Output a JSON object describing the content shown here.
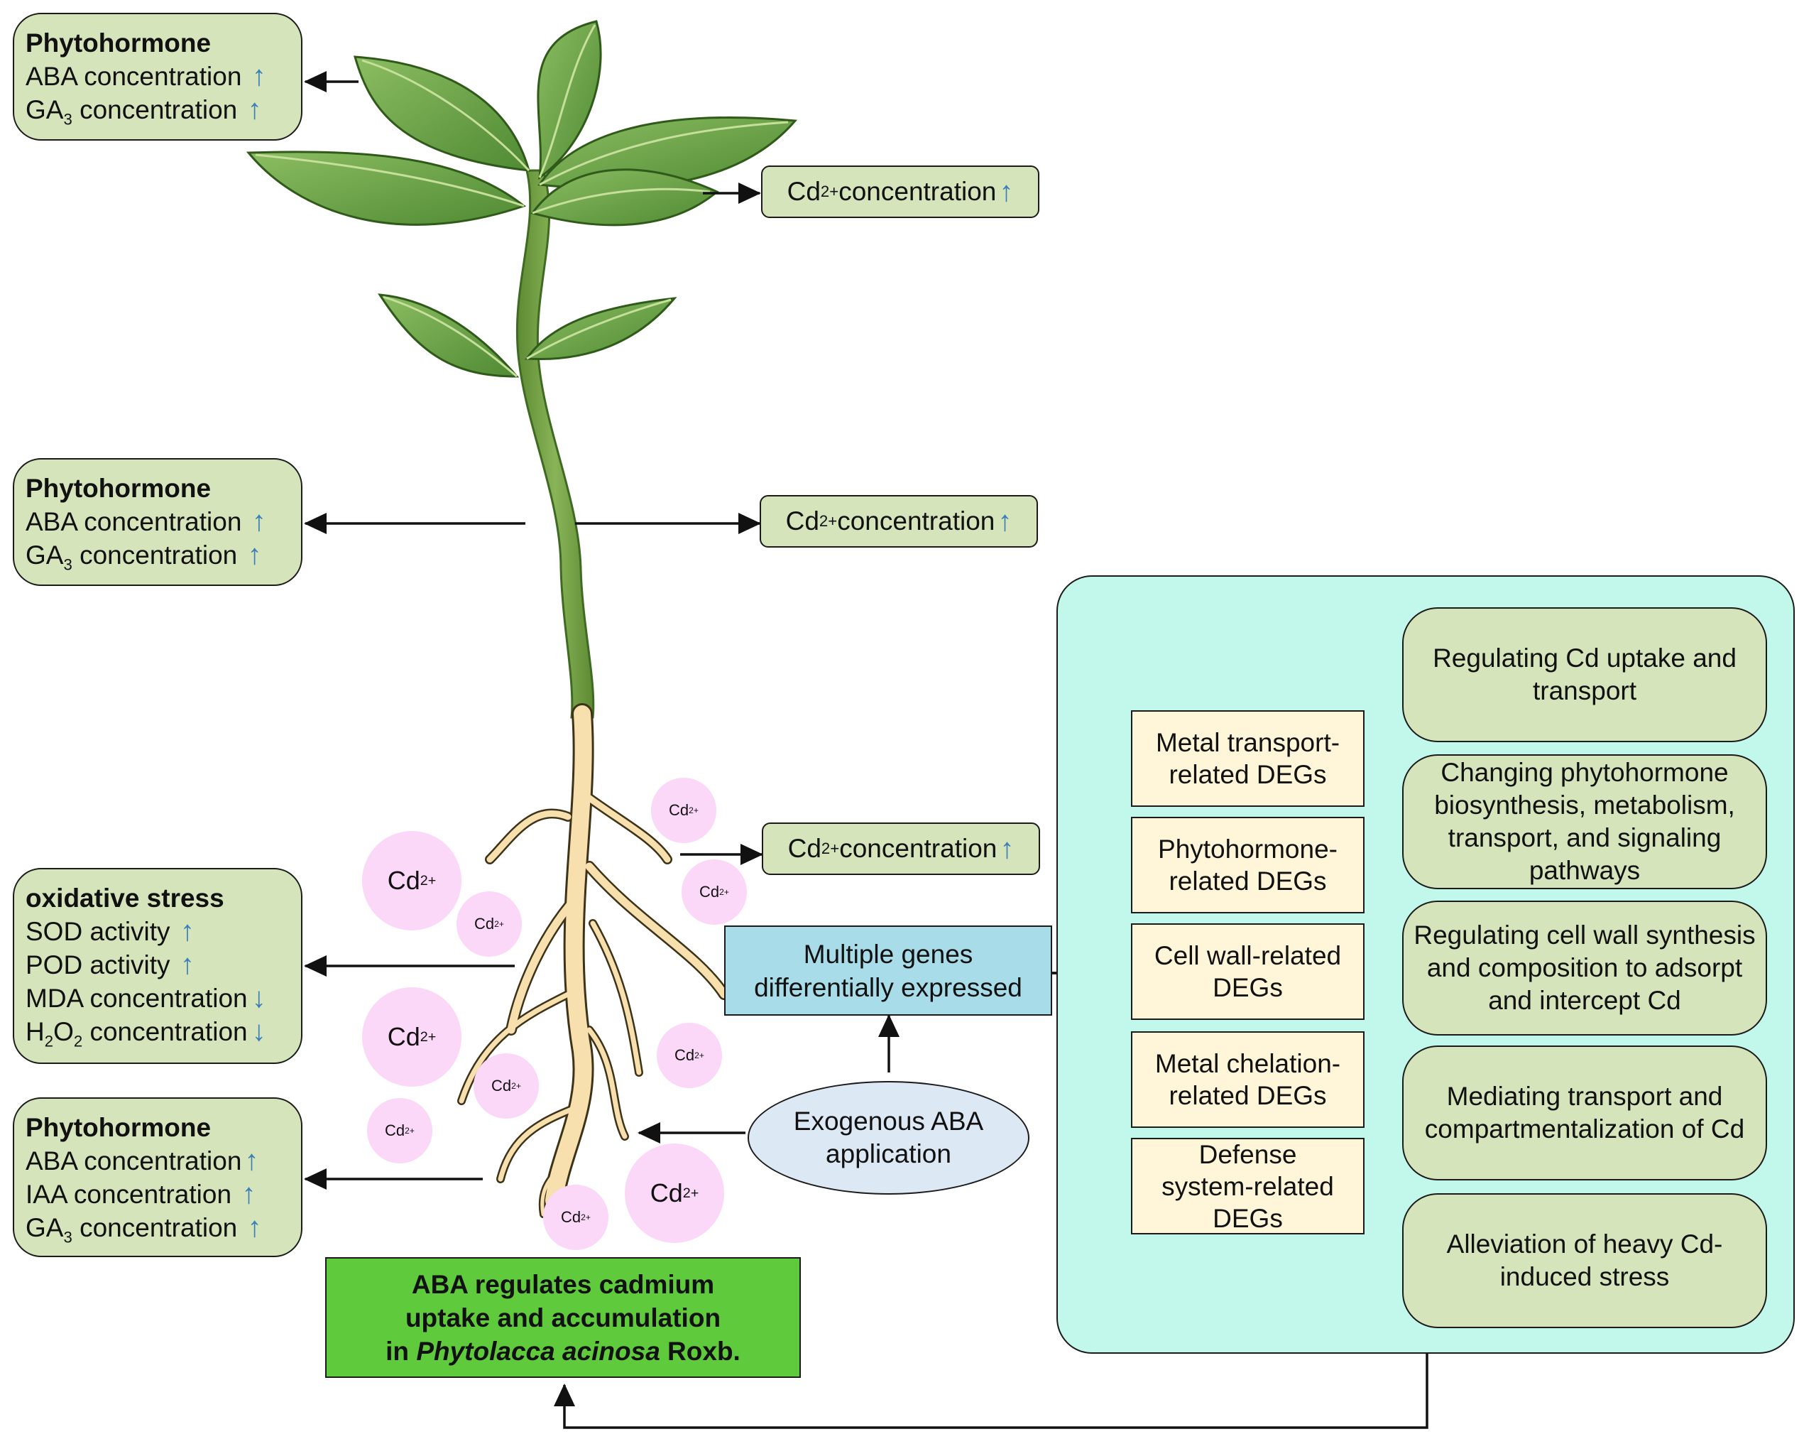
{
  "leaf_hormone": {
    "title": "Phytohormone",
    "line1": "ABA concentration",
    "line2_pre": "GA",
    "line2_sub": "3",
    "line2_post": " concentration"
  },
  "stem_hormone": {
    "title": "Phytohormone",
    "line1": "ABA concentration",
    "line2_pre": "GA",
    "line2_sub": "3",
    "line2_post": " concentration"
  },
  "oxidative": {
    "title": "oxidative stress",
    "line1": "SOD activity",
    "line2": "POD activity",
    "line3": "MDA concentration",
    "line4_pre": "H",
    "line4_sub1": "2",
    "line4_mid": "O",
    "line4_sub2": "2",
    "line4_post": " concentration"
  },
  "root_hormone": {
    "title": "Phytohormone",
    "line1": "ABA concentration",
    "line2": "IAA concentration",
    "line3_pre": "GA",
    "line3_sub": "3",
    "line3_post": " concentration"
  },
  "cd_label": {
    "element": "Cd",
    "charge": "2+",
    "text": " concentration"
  },
  "arrows": {
    "up": "↑",
    "down": "↓"
  },
  "genes_box": "Multiple genes differentially expressed",
  "exogenous": "Exogenous ABA application",
  "conclusion": {
    "line1": "ABA regulates cadmium uptake and accumulation",
    "line2_pre": "in ",
    "species": "Phytolacca acinosa",
    "line2_post": " Roxb."
  },
  "degs": [
    "Metal transport-related DEGs",
    "Phytohormone-related DEGs",
    "Cell wall-related DEGs",
    "Metal chelation-related DEGs",
    "Defense system-related DEGs"
  ],
  "outcomes": [
    "Regulating Cd uptake and transport",
    "Changing phytohormone biosynthesis, metabolism, transport, and signaling pathways",
    "Regulating cell wall synthesis and composition to adsorpt and intercept Cd",
    "Mediating transport and compartmentalization of Cd",
    "Alleviation of heavy Cd-induced stress"
  ],
  "ion": {
    "element": "Cd",
    "charge": "2+"
  },
  "colors": {
    "leaf_green": "#6ea64a",
    "stem_green": "#6f9a3e",
    "root_beige": "#f7dfae",
    "box_green": "#d6e4bc",
    "cyan_panel": "#c2f7ec",
    "deg_yellow": "#fff6d9",
    "genes_blue": "#a8dce8",
    "conclusion_green": "#5fcb3c",
    "ion_pink": "#fbd7f8",
    "arrow_blue": "#3b7fb7"
  }
}
